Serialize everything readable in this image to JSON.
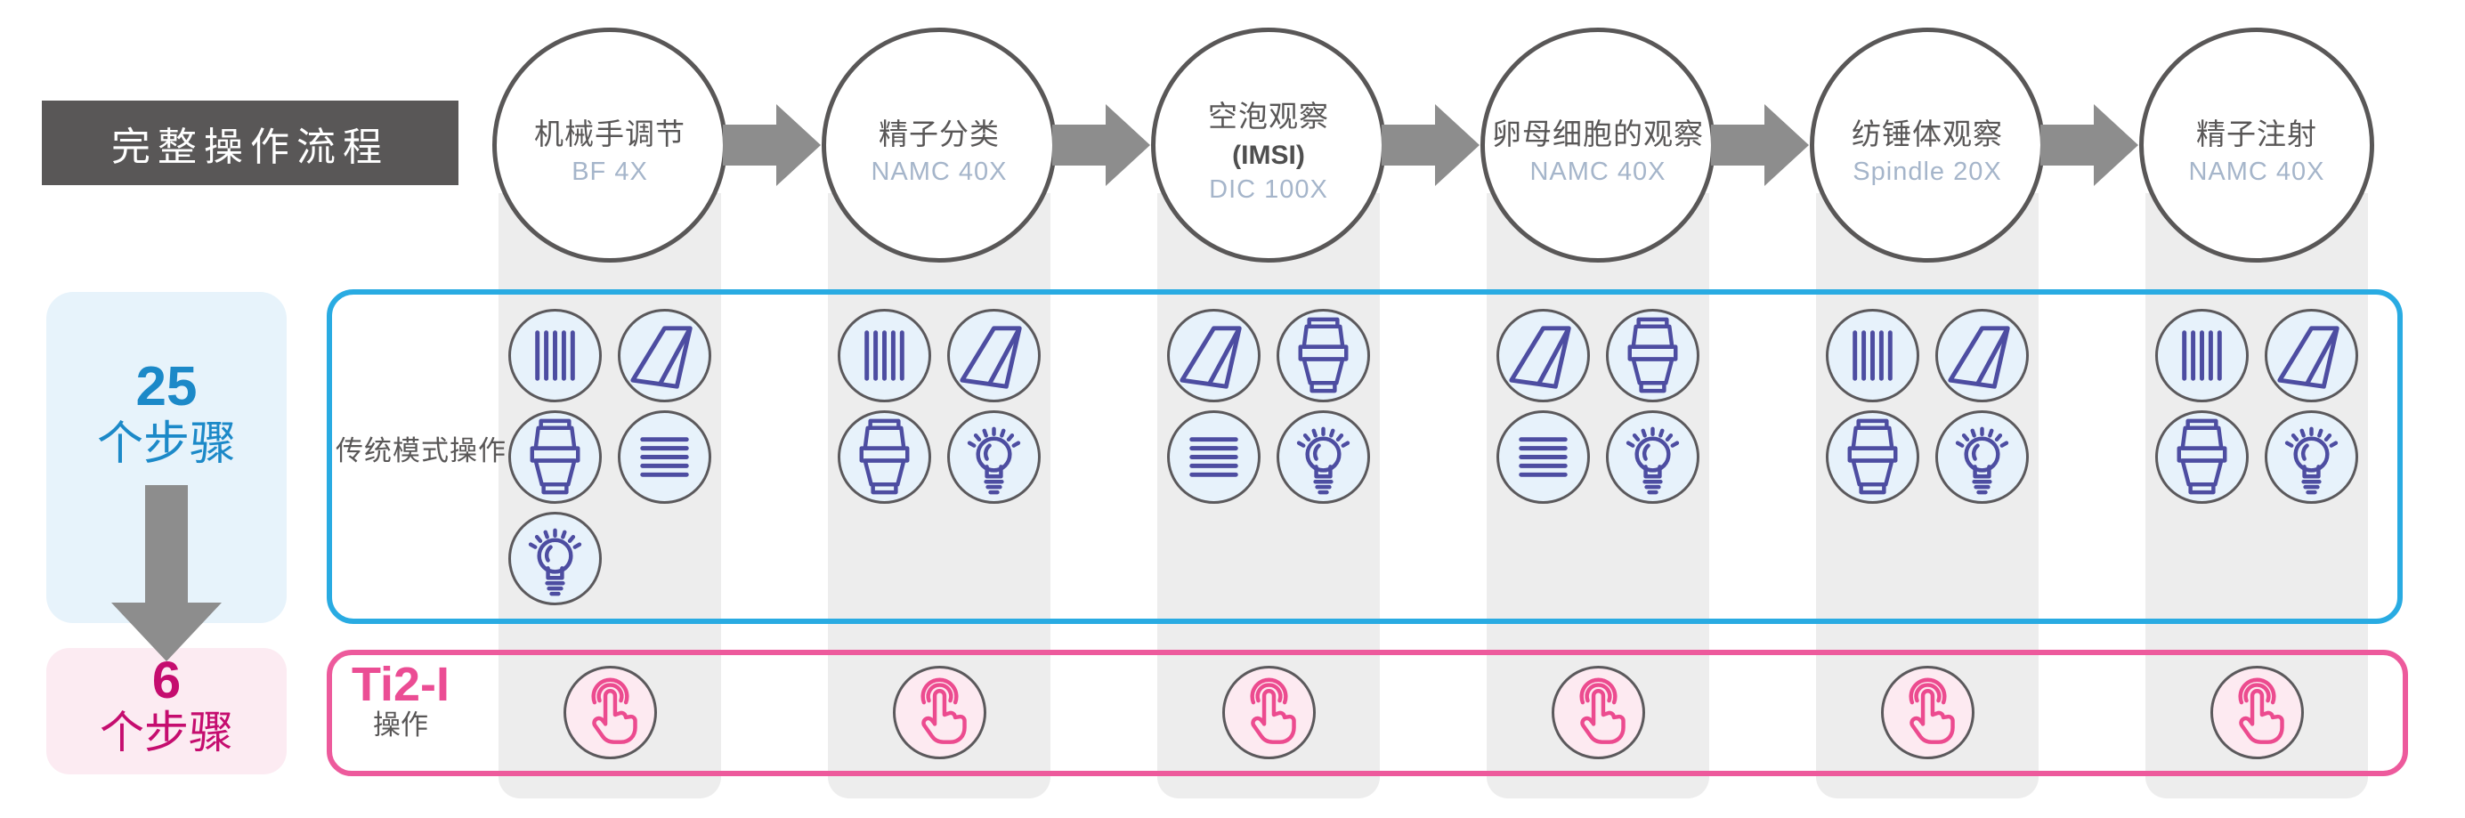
{
  "title": "完整操作流程",
  "left_panel": {
    "before": {
      "number": "25",
      "unit": "个步骤"
    },
    "after": {
      "number": "6",
      "unit": "个步骤"
    }
  },
  "rows": {
    "traditional_label": "传统模式操作",
    "ti2i_label_main": "Ti2-I",
    "ti2i_label_sub": "操作"
  },
  "steps": [
    {
      "title": "机械手调节",
      "subtitle": "BF 4X",
      "traditional_icons": [
        "condenser-slider-icon",
        "prism-icon",
        "objective-lens-icon",
        "filter-lines-icon",
        "lamp-icon"
      ],
      "ti2i_icons": [
        "touch-icon"
      ]
    },
    {
      "title": "精子分类",
      "subtitle": "NAMC 40X",
      "traditional_icons": [
        "condenser-slider-icon",
        "prism-icon",
        "objective-lens-icon",
        "lamp-icon"
      ],
      "ti2i_icons": [
        "touch-icon"
      ]
    },
    {
      "title": "空泡观察",
      "title_bold": "(IMSI)",
      "subtitle": "DIC 100X",
      "traditional_icons": [
        "prism-icon",
        "objective-lens-icon",
        "filter-lines-icon",
        "lamp-icon"
      ],
      "ti2i_icons": [
        "touch-icon"
      ]
    },
    {
      "title": "卵母细胞的观察",
      "subtitle": "NAMC 40X",
      "traditional_icons": [
        "prism-icon",
        "objective-lens-icon",
        "filter-lines-icon",
        "lamp-icon"
      ],
      "ti2i_icons": [
        "touch-icon"
      ]
    },
    {
      "title": "纺锤体观察",
      "subtitle": "Spindle 20X",
      "traditional_icons": [
        "condenser-slider-icon",
        "prism-icon",
        "objective-lens-icon",
        "lamp-icon"
      ],
      "ti2i_icons": [
        "touch-icon"
      ]
    },
    {
      "title": "精子注射",
      "subtitle": "NAMC 40X",
      "traditional_icons": [
        "condenser-slider-icon",
        "prism-icon",
        "objective-lens-icon",
        "lamp-icon"
      ],
      "ti2i_icons": [
        "touch-icon"
      ]
    }
  ],
  "colors": {
    "dark_gray": "#595757",
    "band_gray": "#ededed",
    "arrow_gray": "#8d8d8d",
    "blue_accent": "#29abe2",
    "pink_accent": "#ed5a9c",
    "blue_text": "#1c89c8",
    "magenta_text": "#c50d6f",
    "pink_text": "#eb4d94",
    "subtle_text": "#a5b5ca",
    "light_blue_fill": "#e7f3fb",
    "light_pink_fill": "#fcebf2",
    "icon_fill": "#e7f2fb",
    "icon_stroke": "#4d4da1",
    "touch_fill": "#fdeaf1",
    "touch_stroke": "#ec4b8f",
    "circle_border": "#5b595c"
  }
}
